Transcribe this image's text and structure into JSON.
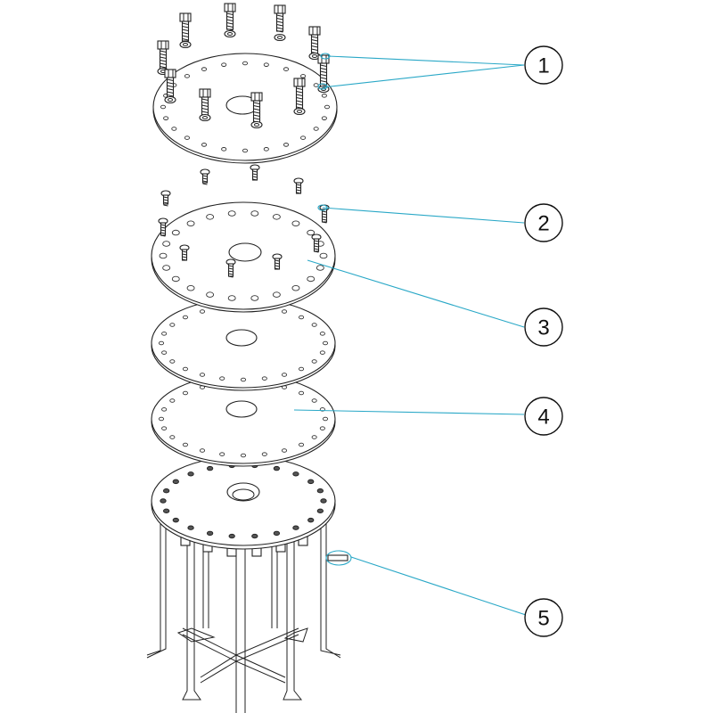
{
  "colors": {
    "leader": "#2aa8c7",
    "line": "#222222"
  },
  "callouts": [
    {
      "id": "1",
      "label": "1"
    },
    {
      "id": "2",
      "label": "2"
    },
    {
      "id": "3",
      "label": "3"
    },
    {
      "id": "4",
      "label": "4"
    },
    {
      "id": "5",
      "label": "5"
    }
  ]
}
